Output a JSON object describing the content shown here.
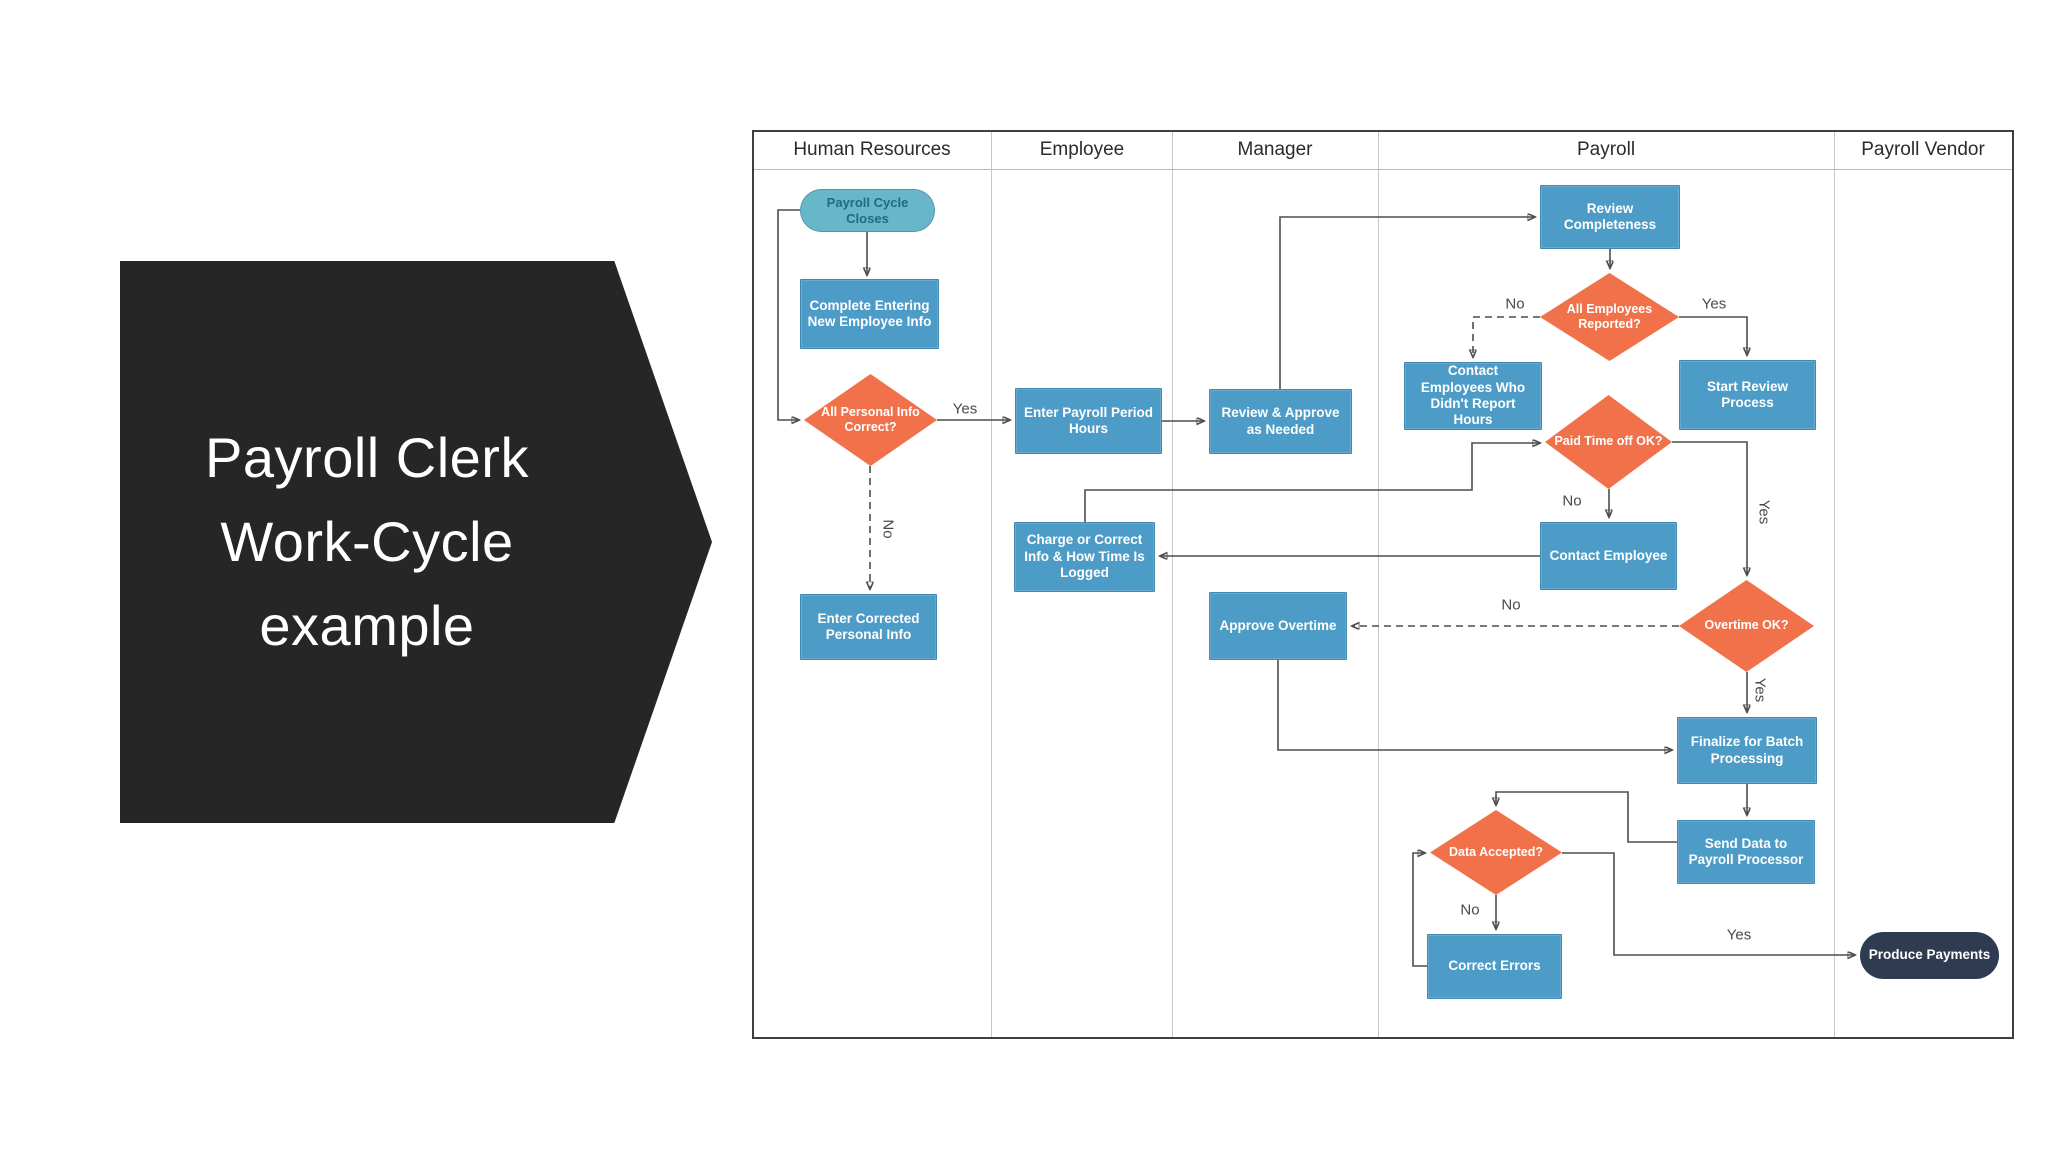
{
  "slide": {
    "title_lines": [
      "Payroll Clerk",
      "Work-Cycle",
      "example"
    ]
  },
  "colors": {
    "title-bg": "#262626",
    "process": "#4D9CC7",
    "decision": "#F0714A",
    "start": "#68B7C8",
    "start-text": "#1D6B85",
    "end": "#2E3B50",
    "line": "#4D4D4D",
    "lane-border": "#C8C8C8"
  },
  "diagram": {
    "lanes": [
      "Human Resources",
      "Employee",
      "Manager",
      "Payroll",
      "Payroll Vendor"
    ],
    "nodes": [
      {
        "id": "payroll-cycle-closes",
        "type": "start",
        "label": "Payroll Cycle Closes"
      },
      {
        "id": "complete-entering-new-employee-info",
        "type": "process",
        "label": "Complete Entering New Employee Info"
      },
      {
        "id": "all-personal-info-correct",
        "type": "decision",
        "label": "All Personal Info Correct?"
      },
      {
        "id": "enter-corrected-personal-info",
        "type": "process",
        "label": "Enter Corrected Personal Info"
      },
      {
        "id": "enter-payroll-period-hours",
        "type": "process",
        "label": "Enter Payroll Period Hours"
      },
      {
        "id": "charge-or-correct-info-how-time-is-logged",
        "type": "process",
        "label": "Charge or Correct Info & How Time Is Logged"
      },
      {
        "id": "review-approve-as-needed",
        "type": "process",
        "label": "Review & Approve as Needed"
      },
      {
        "id": "approve-overtime",
        "type": "process",
        "label": "Approve Overtime"
      },
      {
        "id": "review-completeness",
        "type": "process",
        "label": "Review Completeness"
      },
      {
        "id": "all-employees-reported",
        "type": "decision",
        "label": "All Employees Reported?"
      },
      {
        "id": "contact-employees-who-didnt-report-hours",
        "type": "process",
        "label": "Contact Employees Who Didn't Report Hours"
      },
      {
        "id": "start-review-process",
        "type": "process",
        "label": "Start Review Process"
      },
      {
        "id": "paid-time-off-ok",
        "type": "decision",
        "label": "Paid Time off OK?"
      },
      {
        "id": "contact-employee",
        "type": "process",
        "label": "Contact Employee"
      },
      {
        "id": "overtime-ok",
        "type": "decision",
        "label": "Overtime OK?"
      },
      {
        "id": "finalize-for-batch-processing",
        "type": "process",
        "label": "Finalize for Batch Processing"
      },
      {
        "id": "send-data-to-payroll-processor",
        "type": "process",
        "label": "Send Data to Payroll Processor"
      },
      {
        "id": "data-accepted",
        "type": "decision",
        "label": "Data Accepted?"
      },
      {
        "id": "correct-errors",
        "type": "process",
        "label": "Correct Errors"
      },
      {
        "id": "produce-payments",
        "type": "end",
        "label": "Produce Payments"
      }
    ],
    "edge_labels": [
      {
        "text": "Yes"
      },
      {
        "text": "No"
      },
      {
        "text": "No"
      },
      {
        "text": "Yes"
      },
      {
        "text": "Yes"
      },
      {
        "text": "No"
      },
      {
        "text": "No"
      },
      {
        "text": "Yes"
      },
      {
        "text": "No"
      },
      {
        "text": "Yes"
      }
    ]
  }
}
